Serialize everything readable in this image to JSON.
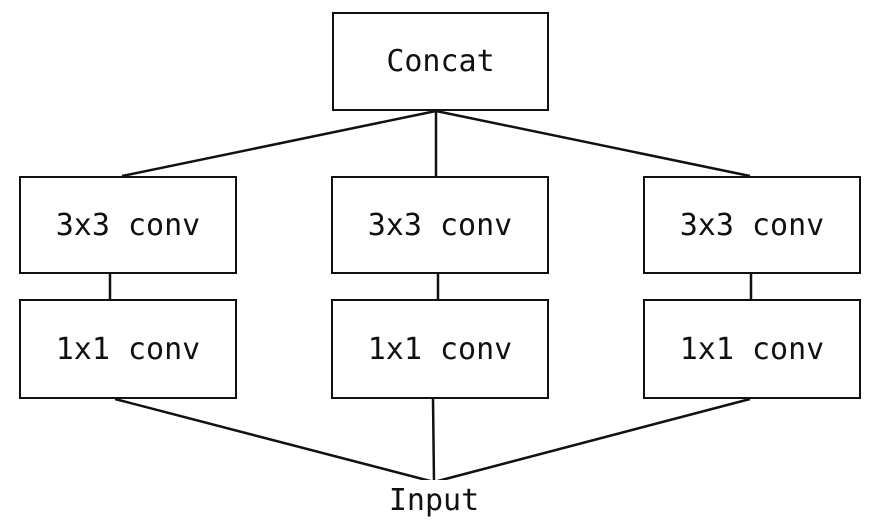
{
  "diagram": {
    "concat_label": "Concat",
    "input_label": "Input",
    "branches": [
      {
        "upper_label": "3x3 conv",
        "lower_label": "1x1 conv"
      },
      {
        "upper_label": "3x3 conv",
        "lower_label": "1x1 conv"
      },
      {
        "upper_label": "3x3 conv",
        "lower_label": "1x1 conv"
      }
    ]
  }
}
